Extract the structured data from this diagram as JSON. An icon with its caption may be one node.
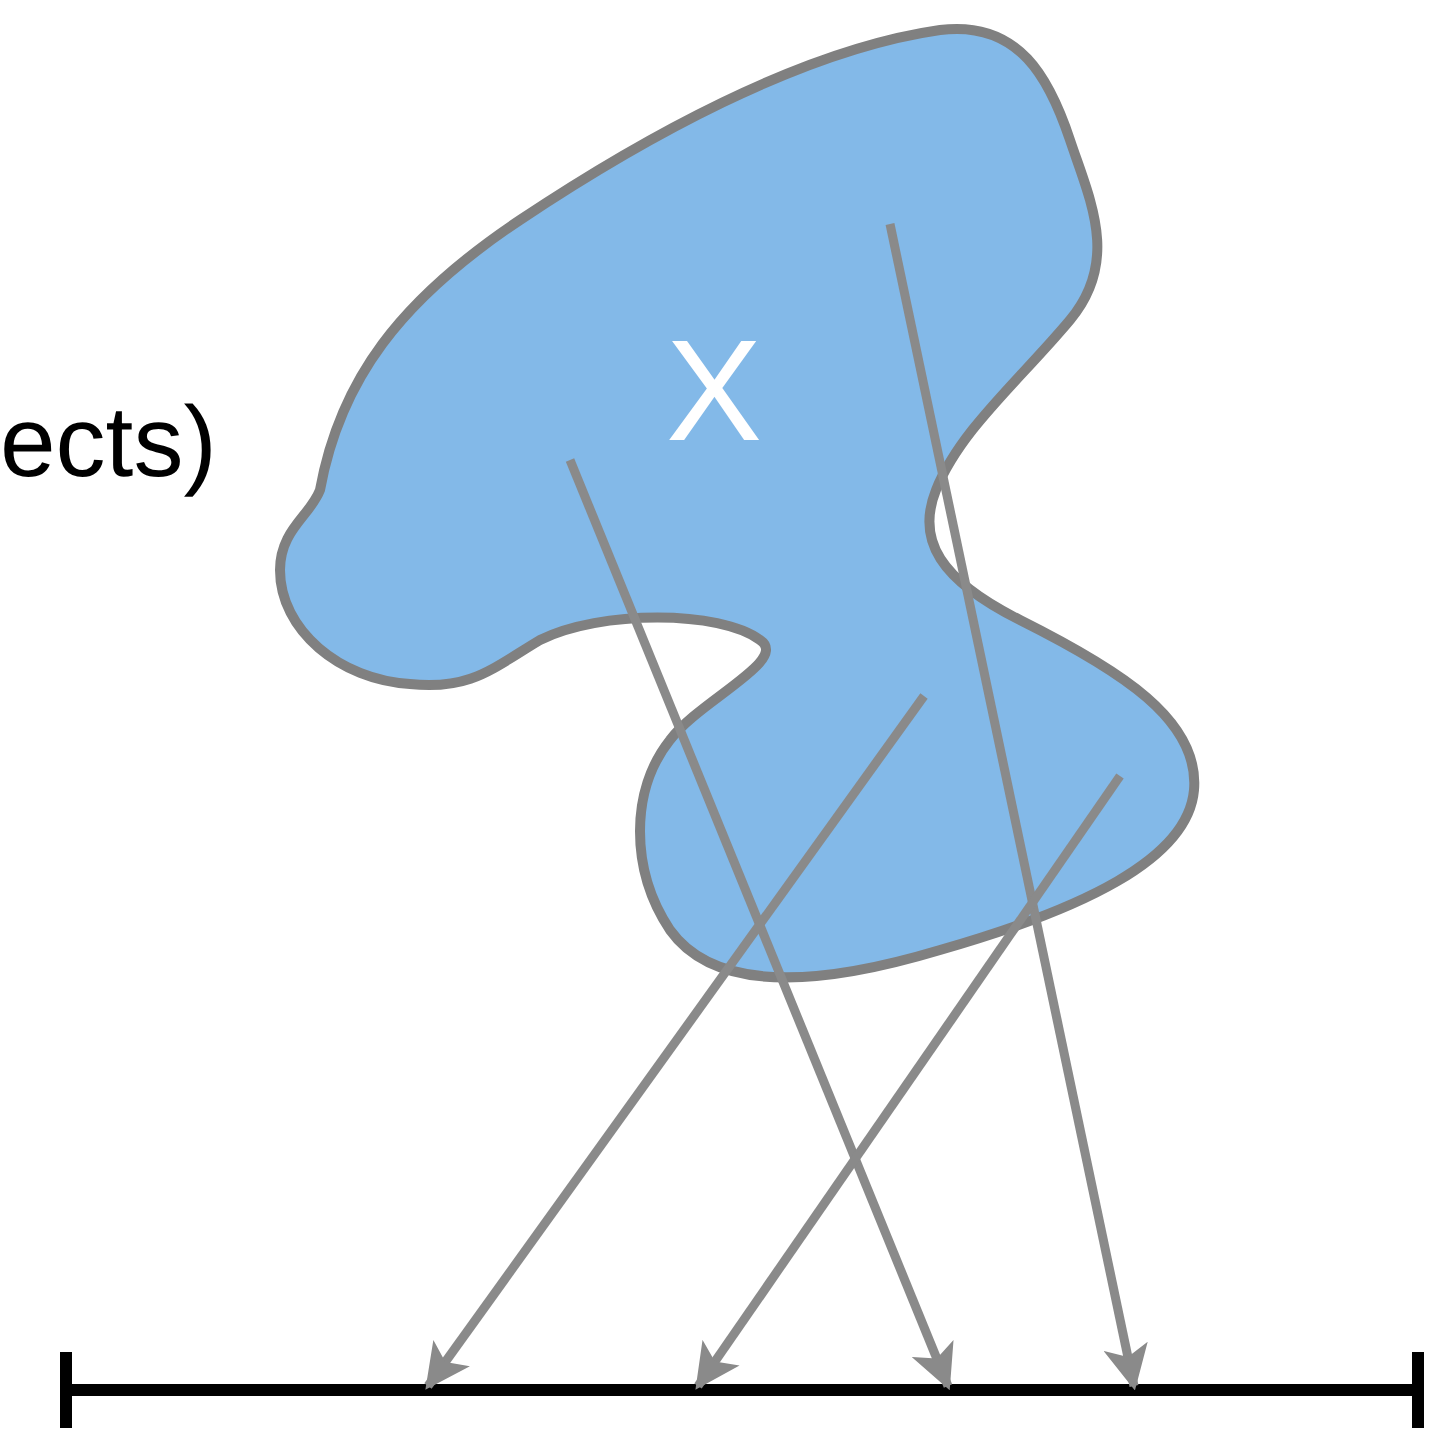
{
  "diagram": {
    "nodes": [
      {
        "text": [
          "X"
        ]
      },
      {
        "text": [],
        "shape": "bar"
      }
    ],
    "edges": [
      {
        "from": 0,
        "to": 1,
        "arrow": "to"
      },
      {
        "from": 0,
        "to": 1,
        "arrow": "to"
      },
      {
        "from": 0,
        "to": 1,
        "arrow": "to"
      },
      {
        "from": 0,
        "to": 1,
        "arrow": "to"
      }
    ],
    "labels": [
      "ects)"
    ]
  }
}
